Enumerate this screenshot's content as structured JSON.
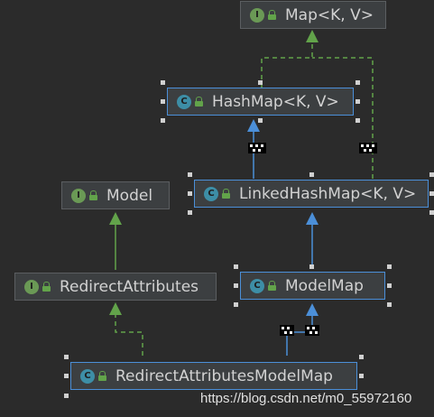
{
  "nodes": {
    "map": {
      "label": "Map<K, V>",
      "kind": "interface",
      "badge": "I"
    },
    "hashmap": {
      "label": "HashMap<K, V>",
      "kind": "class",
      "badge": "C"
    },
    "model": {
      "label": "Model",
      "kind": "interface",
      "badge": "I"
    },
    "linkedhashmap": {
      "label": "LinkedHashMap<K, V>",
      "kind": "class",
      "badge": "C"
    },
    "redirectattributes": {
      "label": "RedirectAttributes",
      "kind": "interface",
      "badge": "I"
    },
    "modelmap": {
      "label": "ModelMap",
      "kind": "class",
      "badge": "C"
    },
    "redirectattributesmodelmap": {
      "label": "RedirectAttributesModelMap",
      "kind": "class",
      "badge": "C"
    }
  },
  "colors": {
    "background": "#2b2b2b",
    "node_fill": "#3c3f41",
    "implements_edge": "#62a34a",
    "extends_edge": "#4b8fd8",
    "selection_border": "#4b8fd8"
  },
  "watermark": "https://blog.csdn.net/m0_55972160"
}
